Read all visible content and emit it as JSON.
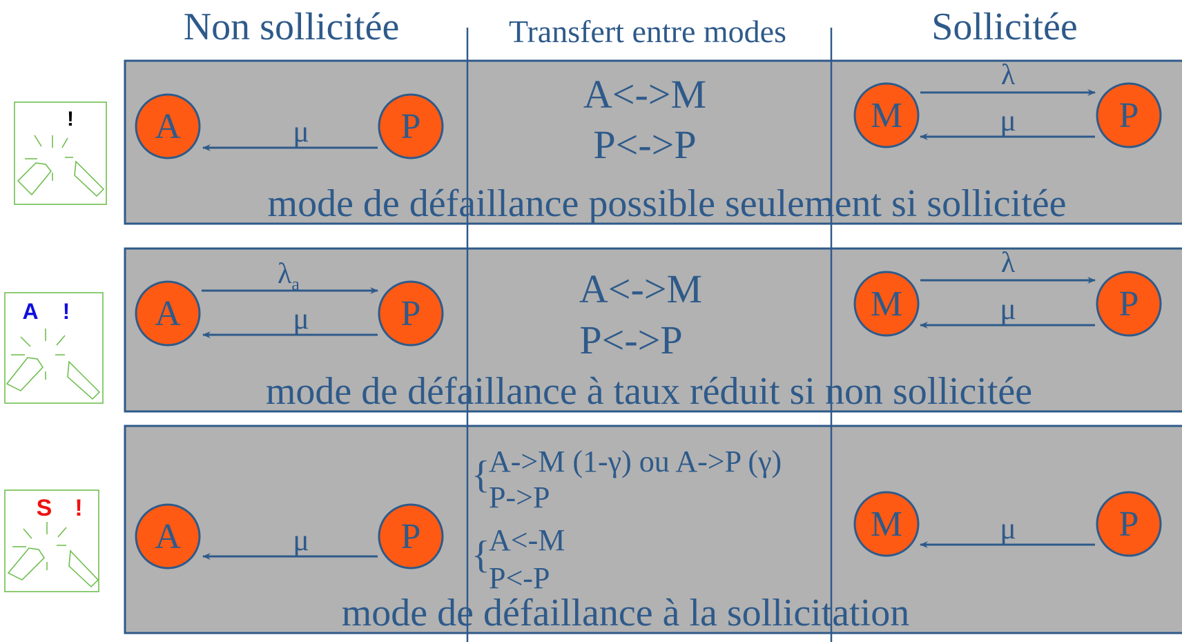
{
  "headers": {
    "left": "Non sollicitée",
    "middle": "Transfert entre modes",
    "right": "Sollicitée"
  },
  "colors": {
    "text": "#2e5a8a",
    "panel": "#b2b2b2",
    "panel_border": "#2e5a8a",
    "node_fill": "#ff5a14",
    "icon_green": "#66bb44",
    "black": "#000000",
    "blue": "#1010dd",
    "red": "#ee1111"
  },
  "rows": [
    {
      "icon": {
        "letter": "",
        "mark": "!",
        "color": "black"
      },
      "left": {
        "from": "A",
        "to": "P",
        "up_label": "",
        "down_label": "μ"
      },
      "middle": {
        "lines": [
          "A<->M",
          "P<->P"
        ]
      },
      "right": {
        "from": "M",
        "to": "P",
        "up_label": "λ",
        "down_label": "μ"
      },
      "caption": "mode de défaillance possible seulement si sollicitée"
    },
    {
      "icon": {
        "letter": "A",
        "mark": "!",
        "color": "blue"
      },
      "left": {
        "from": "A",
        "to": "P",
        "up_label": "λ",
        "up_sub": "a",
        "down_label": "μ"
      },
      "middle": {
        "lines": [
          "A<->M",
          "P<->P"
        ]
      },
      "right": {
        "from": "M",
        "to": "P",
        "up_label": "λ",
        "down_label": "μ"
      },
      "caption": "mode de défaillance à taux réduit si non sollicitée"
    },
    {
      "icon": {
        "letter": "S",
        "mark": "!",
        "color": "red"
      },
      "left": {
        "from": "A",
        "to": "P",
        "up_label": "",
        "down_label": "μ"
      },
      "middle": {
        "groups": [
          {
            "brace": "{",
            "lines": [
              "A->M (1-γ) ou A->P (γ)",
              "P->P"
            ]
          },
          {
            "brace": "{",
            "lines": [
              "A<-M",
              "P<-P"
            ]
          }
        ]
      },
      "right": {
        "from": "M",
        "to": "P",
        "up_label": "",
        "down_label": "μ"
      },
      "caption": "mode de défaillance à la sollicitation"
    }
  ]
}
